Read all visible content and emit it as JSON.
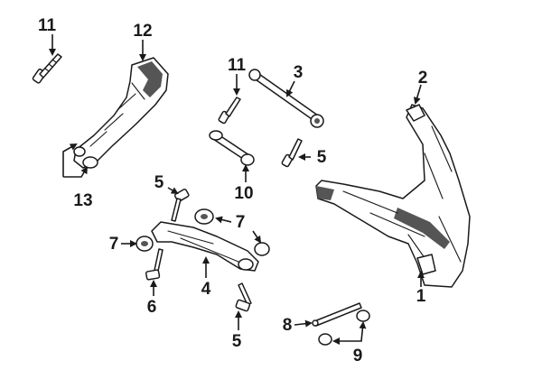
{
  "callouts": {
    "c11a": "11",
    "c12": "12",
    "c13": "13",
    "c11b": "11",
    "c3": "3",
    "c5a": "5",
    "c10": "10",
    "c2": "2",
    "c5b": "5",
    "c7a": "7",
    "c7b": "7",
    "c6": "6",
    "c4": "4",
    "c1": "1",
    "c5c": "5",
    "c8": "8",
    "c9": "9"
  }
}
